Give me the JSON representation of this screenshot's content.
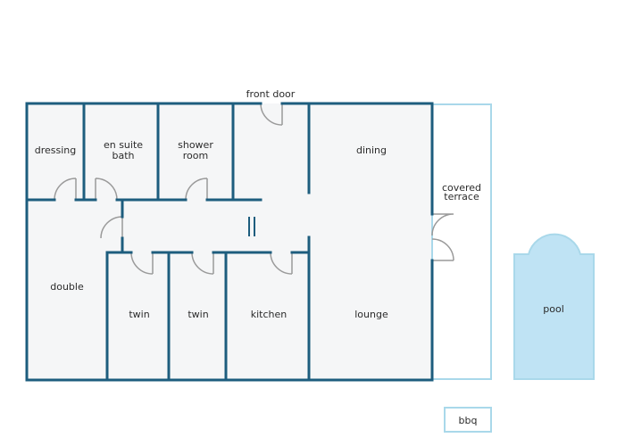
{
  "floorplan": {
    "front_door": "front door",
    "rooms": {
      "dressing": "dressing",
      "en_suite_1": "en suite",
      "en_suite_2": "bath",
      "shower_1": "shower",
      "shower_2": "room",
      "dining": "dining",
      "covered_terrace_1": "covered",
      "covered_terrace_2": "terrace",
      "double": "double",
      "twin_a": "twin",
      "twin_b": "twin",
      "kitchen": "kitchen",
      "lounge": "lounge",
      "pool": "pool",
      "bbq": "bbq"
    },
    "colors": {
      "wall": "#1d5d7e",
      "floor": "#f5f6f7",
      "terrace_outline": "#a9d8ea",
      "pool_fill": "#bfe3f4",
      "door_arc": "#9a9a9a"
    }
  }
}
